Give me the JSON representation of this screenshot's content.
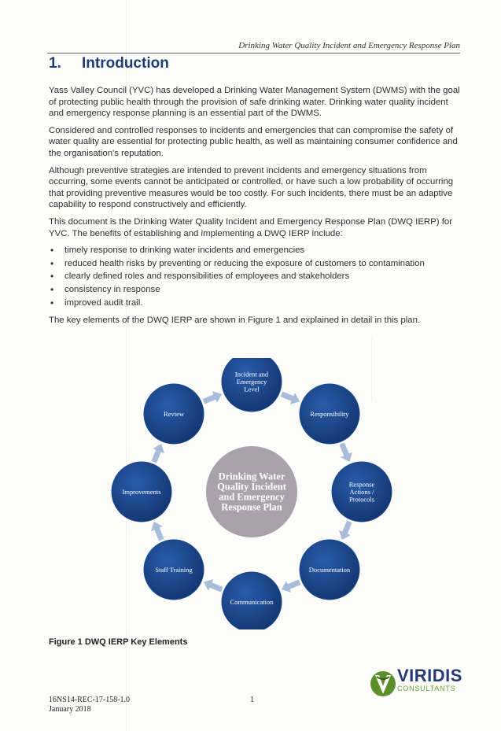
{
  "header": {
    "running_title": "Drinking Water Quality Incident and Emergency Response Plan"
  },
  "section": {
    "number": "1.",
    "title": "Introduction"
  },
  "paragraphs": [
    "Yass Valley Council (YVC) has developed a Drinking Water Management System (DWMS) with the goal of protecting public health through the provision of safe drinking water. Drinking water quality incident and emergency response planning is an essential part of the DWMS.",
    "Considered and controlled responses to incidents and emergencies that can compromise the safety of water quality are essential for protecting public health, as well as maintaining consumer confidence and the organisation's reputation.",
    "Although preventive strategies are intended to prevent incidents and emergency situations from occurring, some events cannot be anticipated or controlled, or have such a low probability of occurring that providing preventive measures would be too costly. For such incidents, there must be an adaptive capability to respond constructively and efficiently.",
    "This document is the Drinking Water Quality Incident and Emergency Response Plan (DWQ IERP) for YVC. The benefits of establishing and implementing a DWQ IERP include:"
  ],
  "benefits": [
    "timely response to drinking water incidents and emergencies",
    "reduced health risks by preventing or reducing the exposure of customers to contamination",
    "clearly defined roles and responsibilities of employees and stakeholders",
    "consistency in response",
    "improved audit trail."
  ],
  "closing_paragraph": "The key elements of the DWQ IERP are shown in Figure 1 and explained in detail in this plan.",
  "diagram": {
    "center": [
      "Drinking Water",
      "Quality Incident",
      "and Emergency",
      "Response Plan"
    ],
    "nodes": [
      {
        "lines": [
          "Incident and",
          "Emergency",
          "Level"
        ]
      },
      {
        "lines": [
          "Responsibility"
        ]
      },
      {
        "lines": [
          "Response",
          "Actions /",
          "Protocols"
        ]
      },
      {
        "lines": [
          "Documentation"
        ]
      },
      {
        "lines": [
          "Communication"
        ]
      },
      {
        "lines": [
          "Staff Training"
        ]
      },
      {
        "lines": [
          "Improvements"
        ]
      },
      {
        "lines": [
          "Review"
        ]
      }
    ],
    "colors": {
      "node": "#1b4891",
      "node_dark": "#123670",
      "center": "#aaa2ab",
      "arrow": "#a9bcd9"
    }
  },
  "caption": "Figure 1 DWQ IERP Key Elements",
  "footer": {
    "doc_number": "16NS14-REC-17-158-1.0",
    "date": "January 2018",
    "page_number": "1"
  },
  "logo": {
    "name": "VIRIDIS",
    "subtitle": "CONSULTANTS",
    "colors": {
      "blue": "#243a78",
      "green": "#6aa231"
    }
  }
}
